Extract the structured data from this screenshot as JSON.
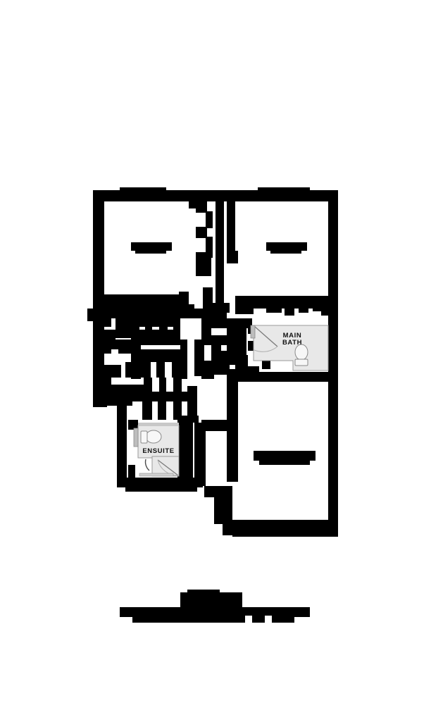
{
  "document": {
    "type": "floor-plan",
    "title_caption_redacted": true
  },
  "plan": {
    "rooms": [
      {
        "id": "main-bath",
        "label": "MAIN\nBATH",
        "label_line1": "MAIN",
        "label_line2": "BATH",
        "highlighted": true,
        "fill": "#e8e8e8",
        "fixture": "toilet"
      },
      {
        "id": "ensuite",
        "label": "ENSUITE",
        "label_line1": "ENSUITE",
        "label_line2": "",
        "highlighted": true,
        "fill": "#e8e8e8",
        "fixture": "toilet"
      },
      {
        "id": "bedroom-upper-left",
        "label": "",
        "highlighted": false,
        "fill": "#ffffff"
      },
      {
        "id": "bedroom-upper-right",
        "label": "",
        "highlighted": false,
        "fill": "#ffffff"
      },
      {
        "id": "bedroom-lower-right",
        "label": "",
        "highlighted": false,
        "fill": "#ffffff"
      }
    ],
    "colors": {
      "wall": "#000000",
      "floor": "#ffffff",
      "highlight_fill": "#e8e8e8",
      "highlight_stroke": "#9a9a9a",
      "fixture_stroke": "#8a8a8a",
      "fixture_fill": "#f5f5f5",
      "door_swing": "#999999"
    },
    "redacted_blocks": {
      "count": 4,
      "note": "room name text and bottom caption are obscured by solid black blocks"
    }
  },
  "caption": {
    "text": "",
    "redacted": true
  }
}
